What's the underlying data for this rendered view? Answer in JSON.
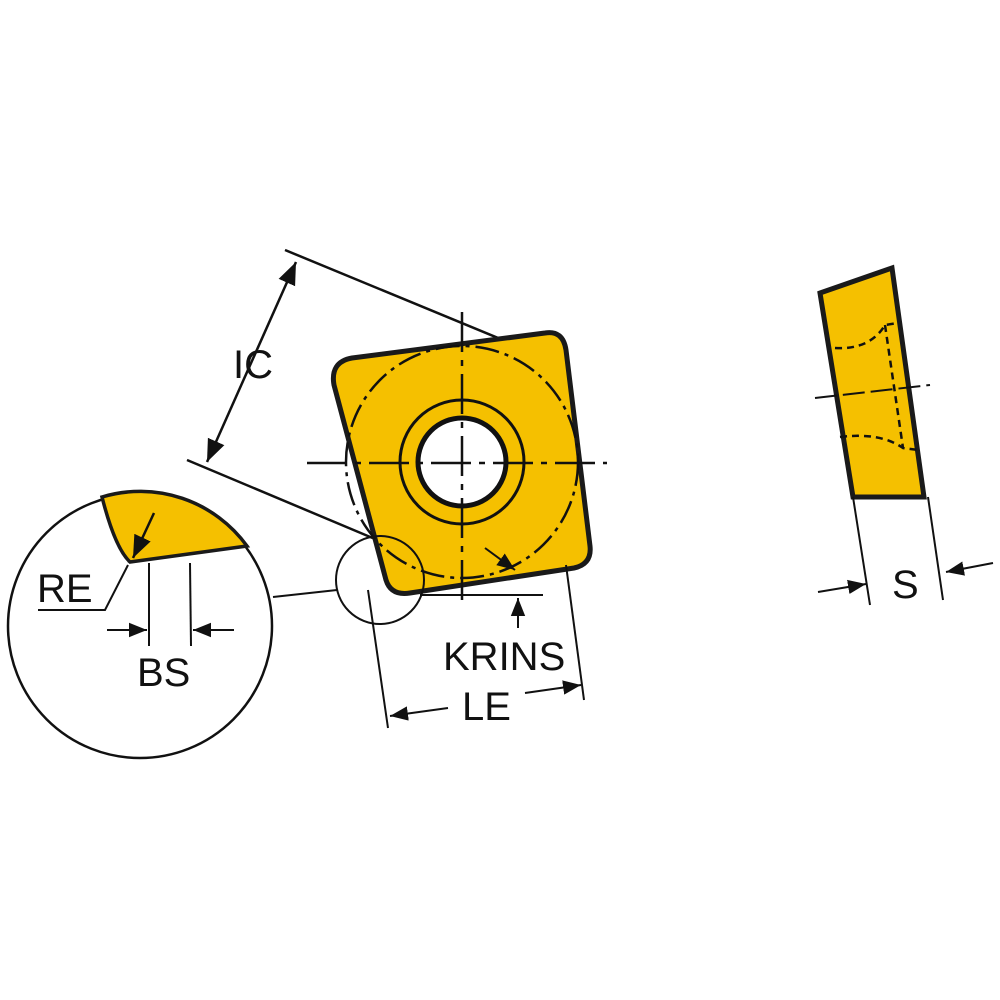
{
  "labels": {
    "ic": "IC",
    "re": "RE",
    "bs": "BS",
    "krins": "KRINS",
    "le": "LE",
    "s": "S"
  },
  "colors": {
    "insert_fill": "#F5C000",
    "outline": "#1a1a1a",
    "background": "#ffffff"
  }
}
